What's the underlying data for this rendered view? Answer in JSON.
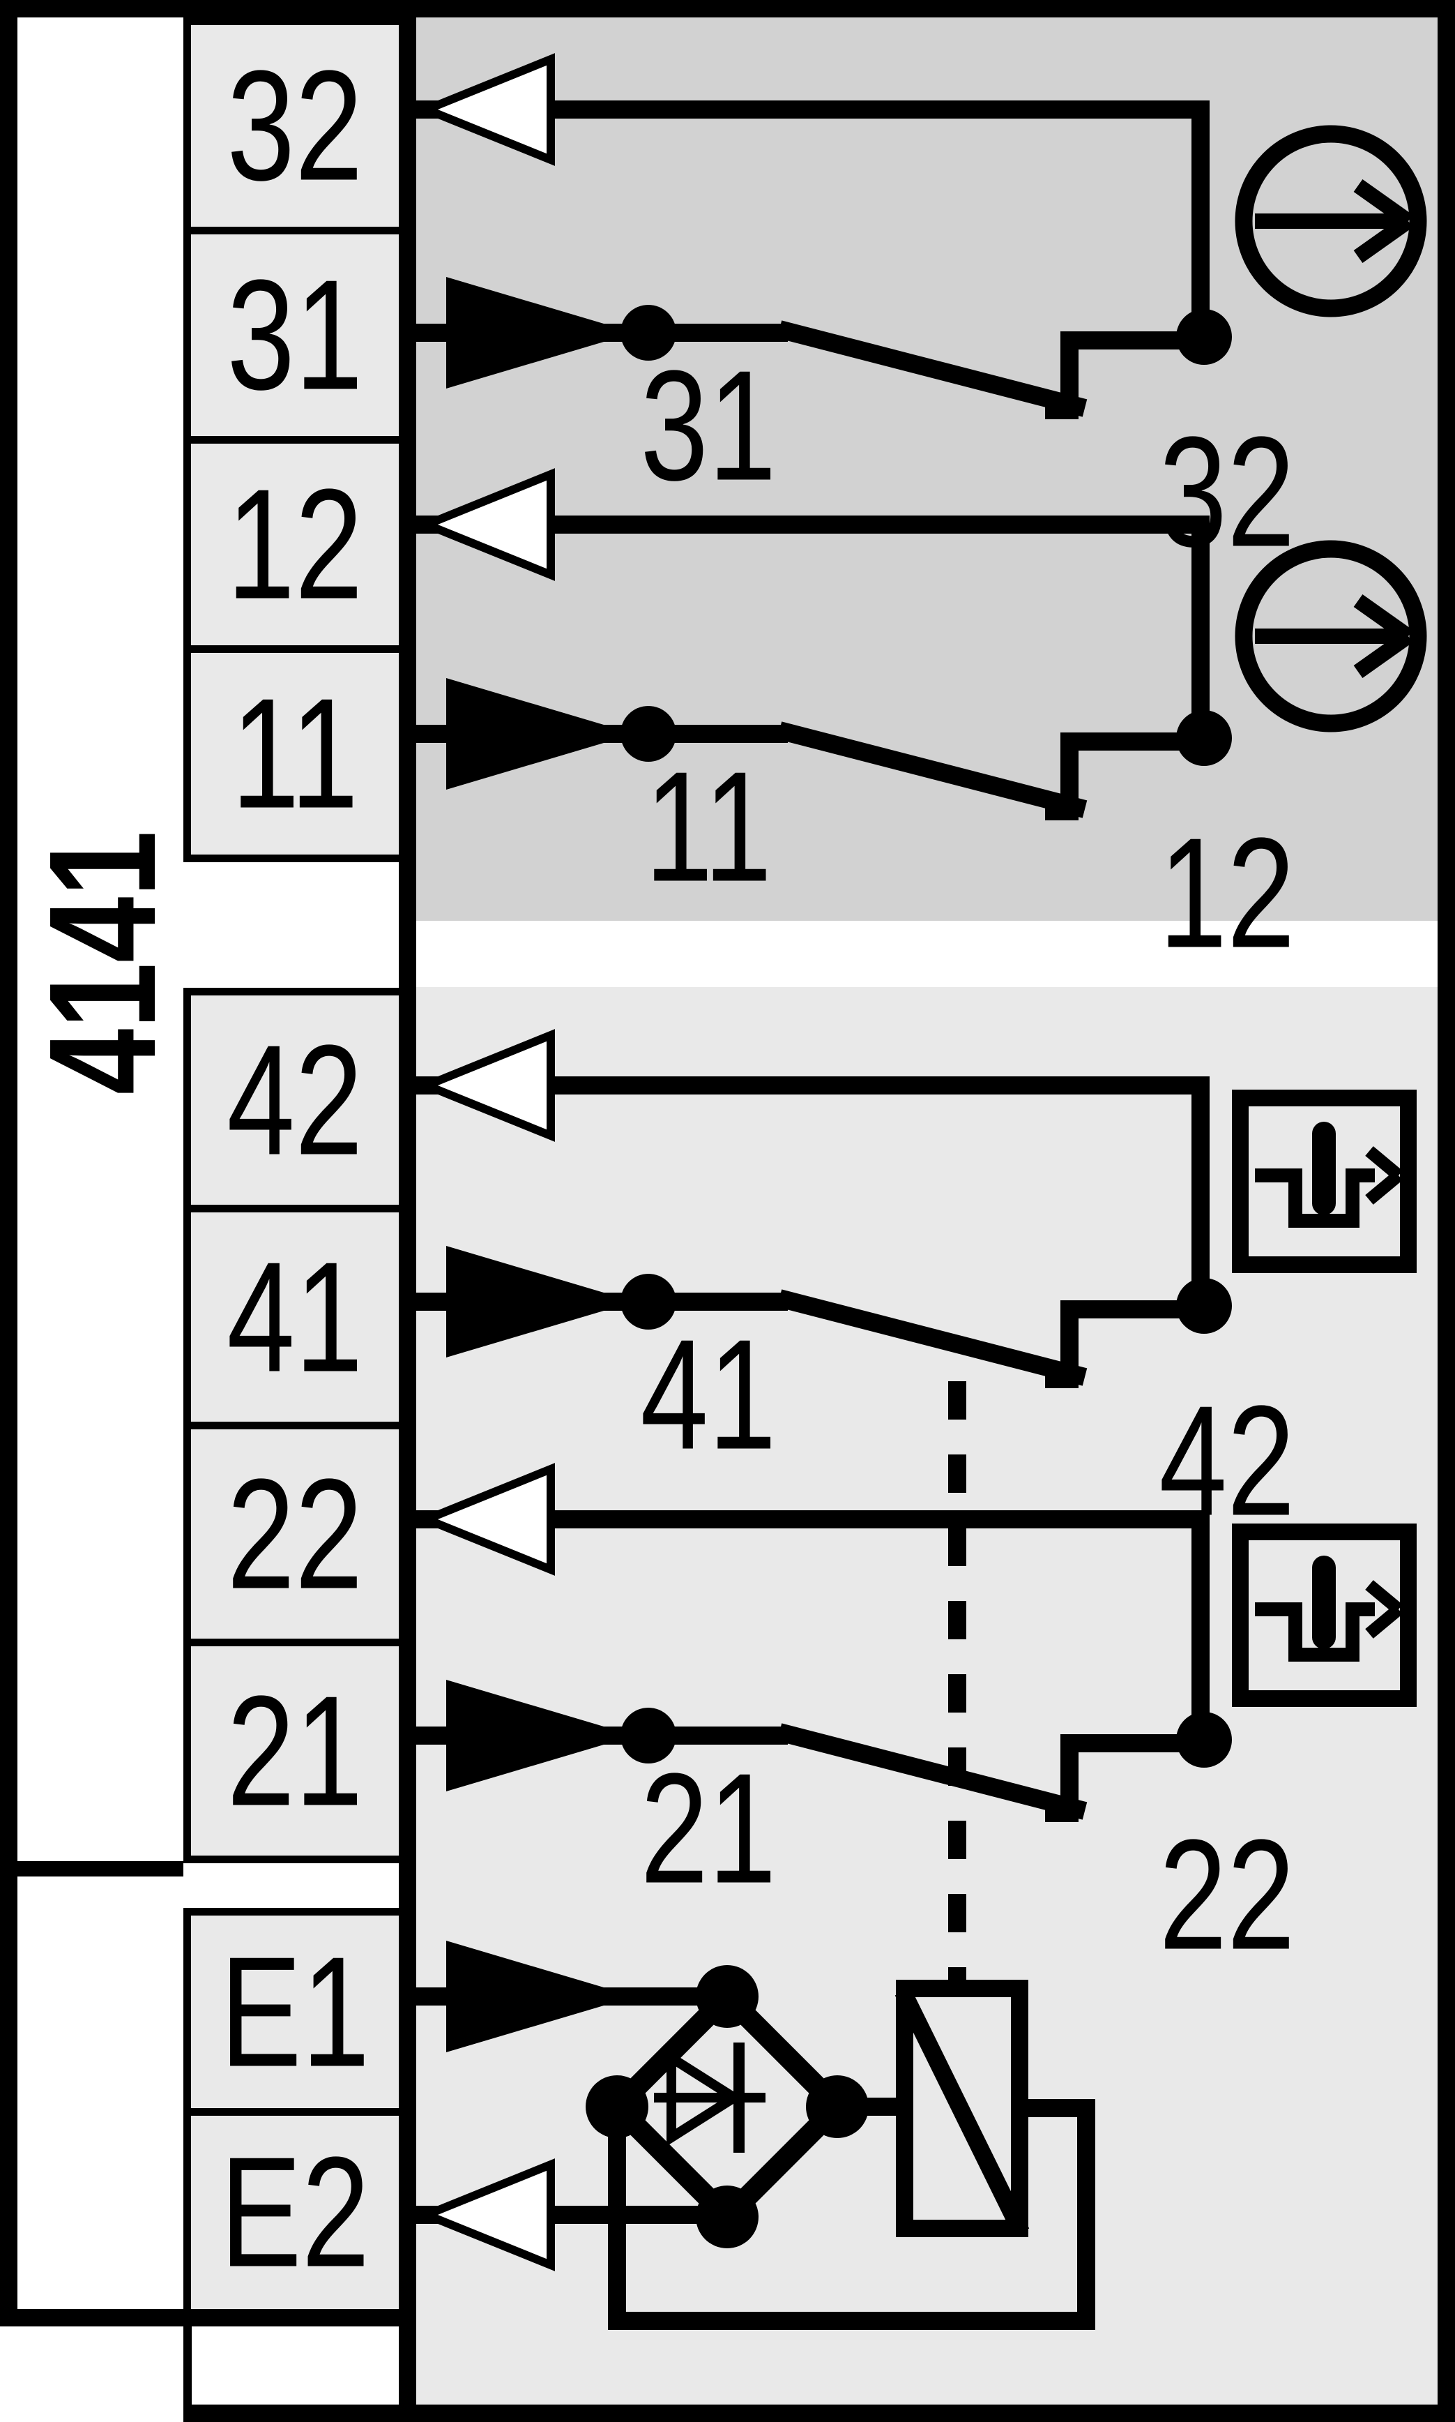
{
  "device": {
    "model_label": "4141"
  },
  "colors": {
    "outline": "#000000",
    "upper_section_bg": "#d2d2d2",
    "lower_section_bg": "#e9e9e9",
    "terminal_box_bg": "#e9e9e9",
    "page_bg": "#ffffff"
  },
  "terminals": [
    {
      "label": "32",
      "direction": "output"
    },
    {
      "label": "31",
      "direction": "input"
    },
    {
      "label": "12",
      "direction": "output"
    },
    {
      "label": "11",
      "direction": "input"
    },
    {
      "label": "42",
      "direction": "output"
    },
    {
      "label": "41",
      "direction": "input"
    },
    {
      "label": "22",
      "direction": "output"
    },
    {
      "label": "21",
      "direction": "input"
    },
    {
      "label": "E1",
      "direction": "input"
    },
    {
      "label": "E2",
      "direction": "output"
    }
  ],
  "contacts": [
    {
      "type": "NC",
      "moving_label": "31",
      "fixed_label": "32",
      "actuation_icon": "positive-opening-arrow-circle"
    },
    {
      "type": "NC",
      "moving_label": "11",
      "fixed_label": "12",
      "actuation_icon": "positive-opening-arrow-circle"
    },
    {
      "type": "NC",
      "moving_label": "41",
      "fixed_label": "42",
      "actuation_icon": "plunger-symbol"
    },
    {
      "type": "NC",
      "moving_label": "21",
      "fixed_label": "22",
      "actuation_icon": "plunger-symbol"
    }
  ],
  "components": {
    "rectifier_bridge": "diode-bridge",
    "coil": "relay-coil",
    "mechanical_link": "dashed-line"
  }
}
